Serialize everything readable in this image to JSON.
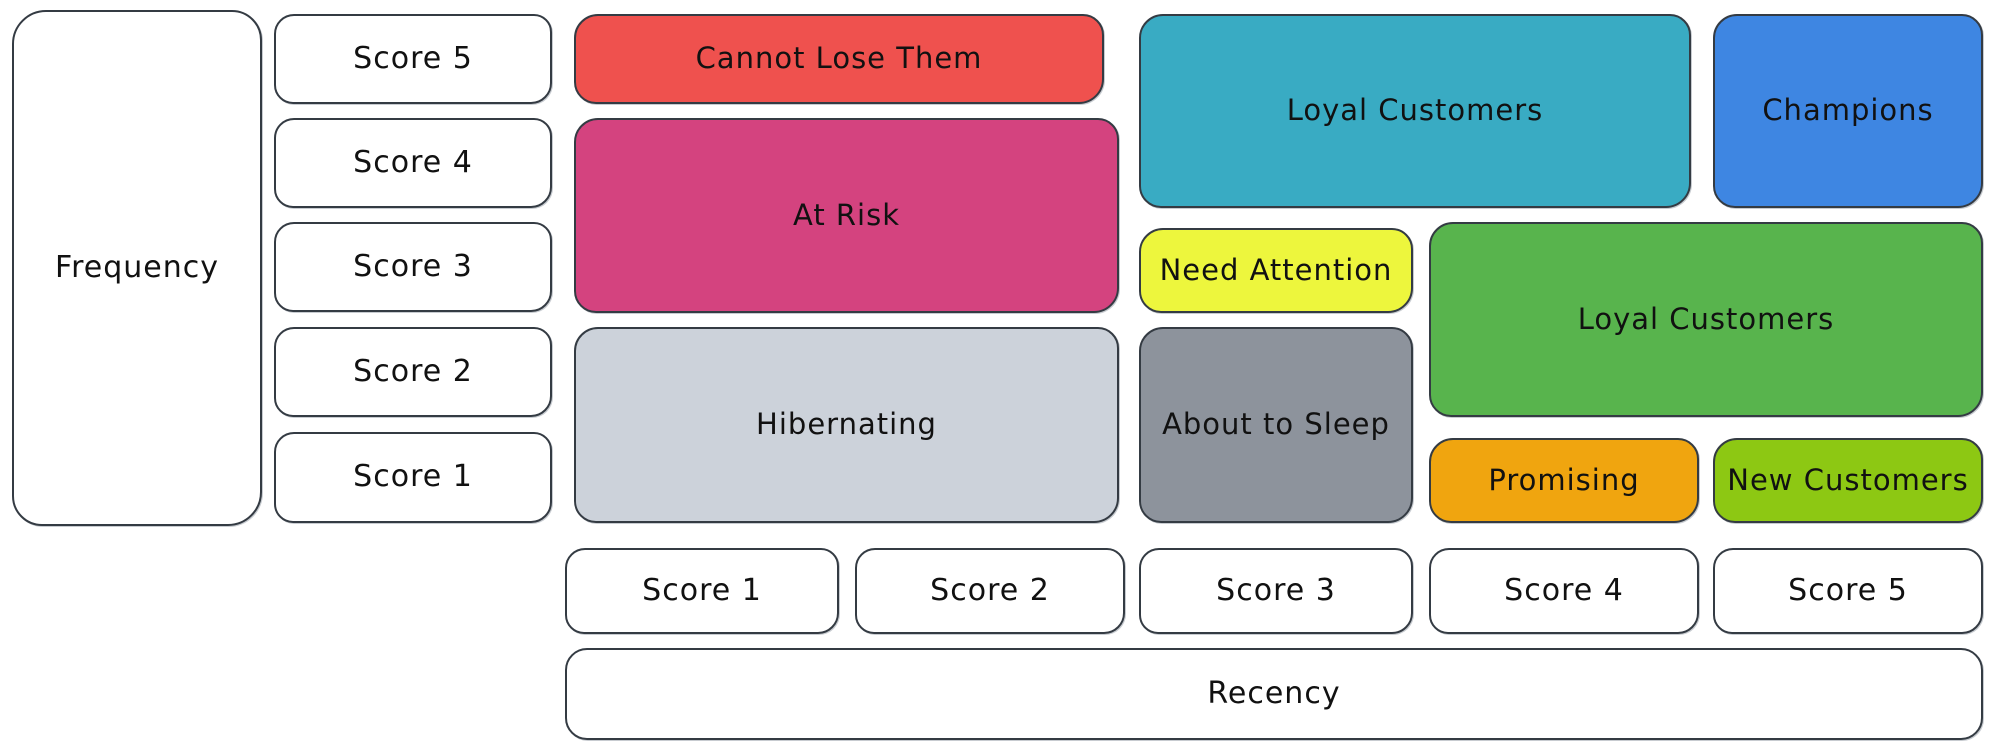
{
  "axes": {
    "frequency_label": "Frequency",
    "recency_label": "Recency",
    "frequency_scores": [
      "Score 5",
      "Score 4",
      "Score 3",
      "Score 2",
      "Score 1"
    ],
    "recency_scores": [
      "Score 1",
      "Score 2",
      "Score 3",
      "Score 4",
      "Score 5"
    ]
  },
  "segments": [
    {
      "name": "cannot-lose-them",
      "label": "Cannot Lose Them",
      "color": "#ef514e",
      "text_color": "#111111",
      "recency_scores": "1-2",
      "frequency_scores": "5"
    },
    {
      "name": "at-risk",
      "label": "At Risk",
      "color": "#d4437f",
      "text_color": "#111111",
      "recency_scores": "1-2",
      "frequency_scores": "3-4"
    },
    {
      "name": "hibernating",
      "label": "Hibernating",
      "color": "#ccd2da",
      "text_color": "#111111",
      "recency_scores": "1-2",
      "frequency_scores": "1-2"
    },
    {
      "name": "loyal-customers-top",
      "label": "Loyal Customers",
      "color": "#39abc3",
      "text_color": "#111111",
      "recency_scores": "3-4",
      "frequency_scores": "4-5"
    },
    {
      "name": "champions",
      "label": "Champions",
      "color": "#3e86e2",
      "text_color": "#111111",
      "recency_scores": "5",
      "frequency_scores": "4-5"
    },
    {
      "name": "need-attention",
      "label": "Need Attention",
      "color": "#edf63d",
      "text_color": "#111111",
      "recency_scores": "3",
      "frequency_scores": "3"
    },
    {
      "name": "about-to-sleep",
      "label": "About to Sleep",
      "color": "#8d939c",
      "text_color": "#111111",
      "recency_scores": "3",
      "frequency_scores": "1-2"
    },
    {
      "name": "loyal-customers-right",
      "label": "Loyal Customers",
      "color": "#58b44d",
      "text_color": "#111111",
      "recency_scores": "4-5",
      "frequency_scores": "2-3"
    },
    {
      "name": "promising",
      "label": "Promising",
      "color": "#f0a50f",
      "text_color": "#111111",
      "recency_scores": "4",
      "frequency_scores": "1"
    },
    {
      "name": "new-customers",
      "label": "New Customers",
      "color": "#8dc813",
      "text_color": "#111111",
      "recency_scores": "5",
      "frequency_scores": "1"
    }
  ],
  "border_color": "#343b43"
}
